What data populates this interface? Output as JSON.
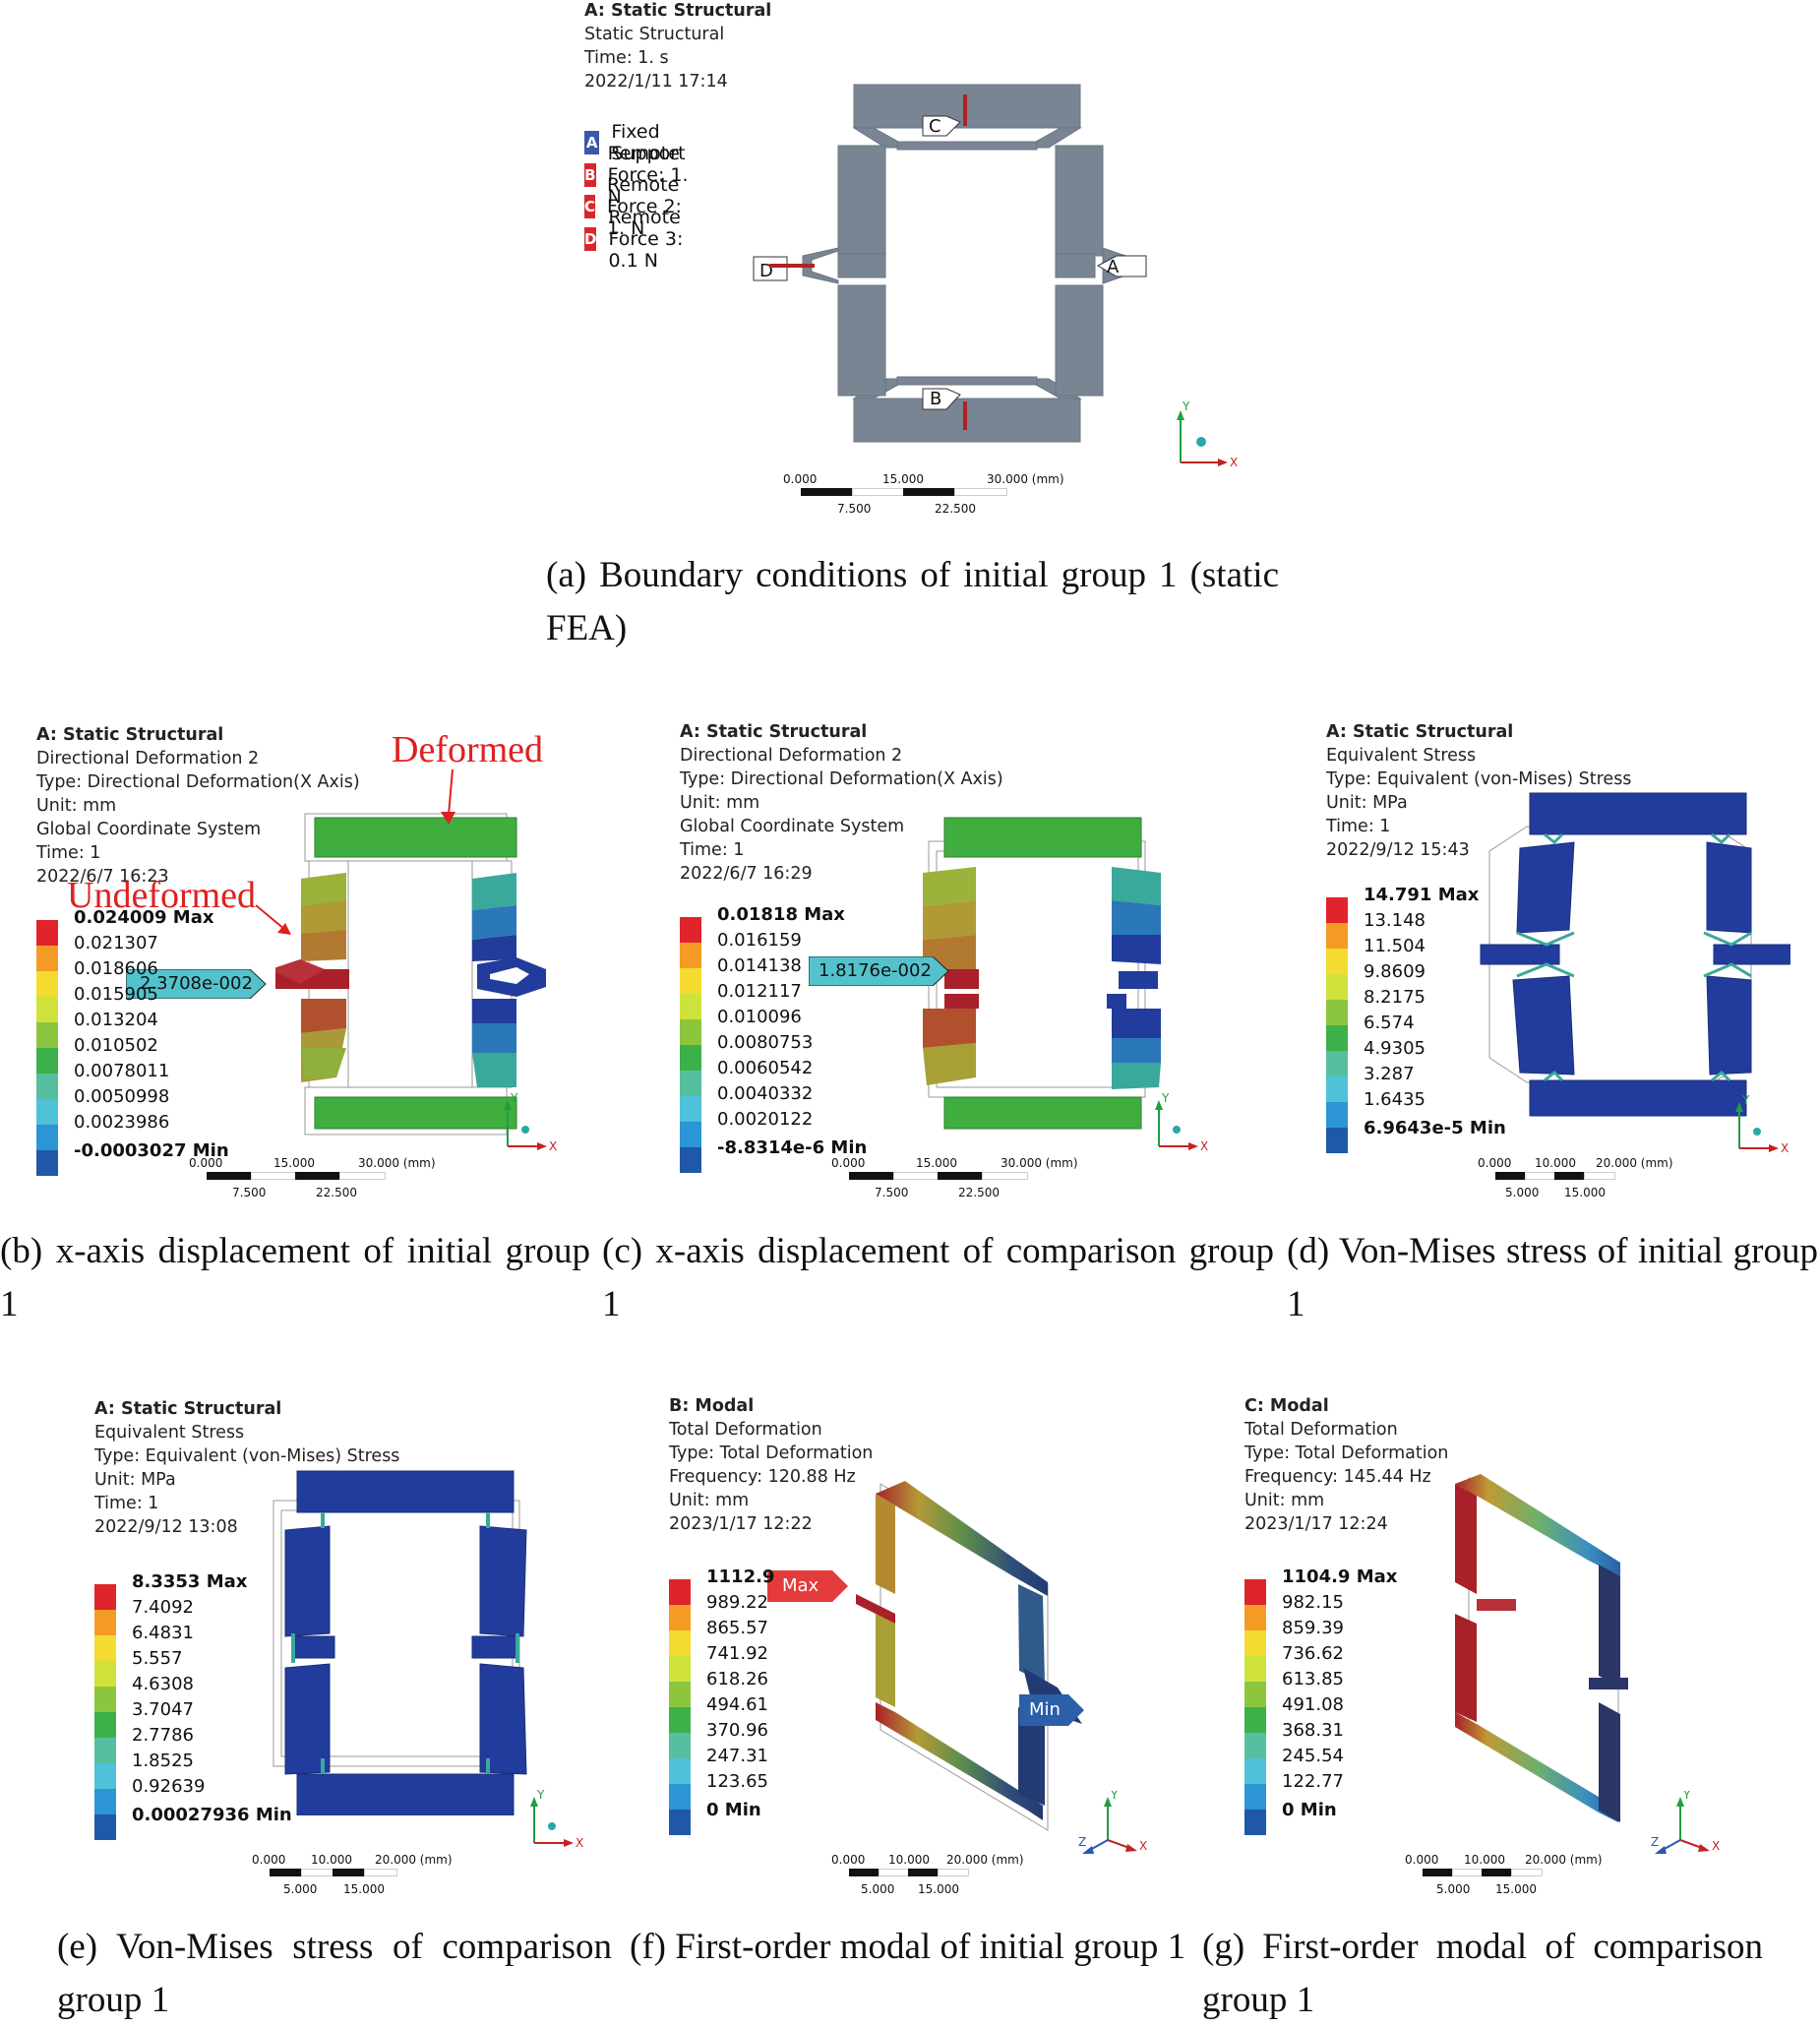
{
  "colors": {
    "legend_scale": [
      "#e0242b",
      "#f49b25",
      "#f3dc2f",
      "#cfe23c",
      "#8cc63f",
      "#3cb14a",
      "#55bfa0",
      "#4fc1d8",
      "#2b95d6",
      "#1f58a8"
    ],
    "structure_gray": "#7a8593",
    "deformed_green": "#3fae3f",
    "stress_blue": "#213c9c",
    "undeformed_red": "#a8202a",
    "ann_red": "#e02020",
    "callout_cyan": "#53c2cc"
  },
  "panel_a": {
    "header": [
      "A: Static Structural",
      "Static Structural",
      "Time: 1. s",
      "2022/1/11 17:14"
    ],
    "bcs": [
      {
        "key": "A",
        "label": "Fixed Support",
        "color": "#3b57a8"
      },
      {
        "key": "B",
        "label": "Remote Force: 1. N",
        "color": "#d8272b"
      },
      {
        "key": "C",
        "label": "Remote Force 2: 1. N",
        "color": "#d8272b"
      },
      {
        "key": "D",
        "label": "Remote Force 3: 0.1 N",
        "color": "#d8272b"
      }
    ],
    "markers": {
      "A": "A",
      "B": "B",
      "C": "C",
      "D": "D"
    },
    "scale_top": [
      "0.000",
      "15.000",
      "30.000 (mm)"
    ],
    "scale_bottom": [
      "7.500",
      "22.500"
    ],
    "caption": "(a) Boundary conditions of initial group 1 (static FEA)"
  },
  "panel_b": {
    "header": [
      "A: Static Structural",
      "Directional Deformation 2",
      "Type: Directional Deformation(X Axis)",
      "Unit: mm",
      "Global Coordinate System",
      "Time: 1",
      "2022/6/7 16:23"
    ],
    "legend": [
      "0.024009 Max",
      "0.021307",
      "0.018606",
      "0.015905",
      "0.013204",
      "0.010502",
      "0.0078011",
      "0.0050998",
      "0.0023986",
      "-0.0003027 Min"
    ],
    "probe": "2.3708e-002",
    "ann_deformed": "Deformed",
    "ann_undeformed": "Undeformed",
    "scale_top": [
      "0.000",
      "15.000",
      "30.000 (mm)"
    ],
    "scale_bottom": [
      "7.500",
      "22.500"
    ],
    "caption": "(b) x-axis displacement of initial group 1"
  },
  "panel_c": {
    "header": [
      "A: Static Structural",
      "Directional Deformation 2",
      "Type: Directional Deformation(X Axis)",
      "Unit: mm",
      "Global Coordinate System",
      "Time: 1",
      "2022/6/7 16:29"
    ],
    "legend": [
      "0.01818 Max",
      "0.016159",
      "0.014138",
      "0.012117",
      "0.010096",
      "0.0080753",
      "0.0060542",
      "0.0040332",
      "0.0020122",
      "-8.8314e-6 Min"
    ],
    "probe": "1.8176e-002",
    "scale_top": [
      "0.000",
      "15.000",
      "30.000 (mm)"
    ],
    "scale_bottom": [
      "7.500",
      "22.500"
    ],
    "caption": "(c) x-axis displacement of comparison group 1"
  },
  "panel_d": {
    "header": [
      "A: Static Structural",
      "Equivalent Stress",
      "Type: Equivalent (von-Mises) Stress",
      "Unit: MPa",
      "Time: 1",
      "2022/9/12 15:43"
    ],
    "legend": [
      "14.791 Max",
      "13.148",
      "11.504",
      "9.8609",
      "8.2175",
      "6.574",
      "4.9305",
      "3.287",
      "1.6435",
      "6.9643e-5 Min"
    ],
    "scale_top": [
      "0.000",
      "10.000",
      "20.000 (mm)"
    ],
    "scale_bottom": [
      "5.000",
      "15.000"
    ],
    "caption": "(d) Von-Mises stress of initial group 1"
  },
  "panel_e": {
    "header": [
      "A: Static Structural",
      "Equivalent Stress",
      "Type: Equivalent (von-Mises) Stress",
      "Unit: MPa",
      "Time: 1",
      "2022/9/12 13:08"
    ],
    "legend": [
      "8.3353 Max",
      "7.4092",
      "6.4831",
      "5.557",
      "4.6308",
      "3.7047",
      "2.7786",
      "1.8525",
      "0.92639",
      "0.00027936 Min"
    ],
    "scale_top": [
      "0.000",
      "10.000",
      "20.000 (mm)"
    ],
    "scale_bottom": [
      "5.000",
      "15.000"
    ],
    "caption": "(e) Von-Mises stress of comparison group 1"
  },
  "panel_f": {
    "header": [
      "B: Modal",
      "Total Deformation",
      "Type: Total Deformation",
      "Frequency: 120.88 Hz",
      "Unit: mm",
      "2023/1/17 12:22"
    ],
    "legend": [
      "1112.9",
      "989.22",
      "865.57",
      "741.92",
      "618.26",
      "494.61",
      "370.96",
      "247.31",
      "123.65",
      "0 Min"
    ],
    "max_label": "Max",
    "min_label": "Min",
    "scale_top": [
      "0.000",
      "10.000",
      "20.000 (mm)"
    ],
    "scale_bottom": [
      "5.000",
      "15.000"
    ],
    "caption": "(f) First-order modal of initial group 1"
  },
  "panel_g": {
    "header": [
      "C: Modal",
      "Total Deformation",
      "Type: Total Deformation",
      "Frequency: 145.44 Hz",
      "Unit: mm",
      "2023/1/17 12:24"
    ],
    "legend": [
      "1104.9 Max",
      "982.15",
      "859.39",
      "736.62",
      "613.85",
      "491.08",
      "368.31",
      "245.54",
      "122.77",
      "0 Min"
    ],
    "scale_top": [
      "0.000",
      "10.000",
      "20.000 (mm)"
    ],
    "scale_bottom": [
      "5.000",
      "15.000"
    ],
    "caption": "(g) First-order modal of comparison group 1"
  },
  "axes": {
    "x": "X",
    "y": "Y",
    "z": "Z"
  }
}
